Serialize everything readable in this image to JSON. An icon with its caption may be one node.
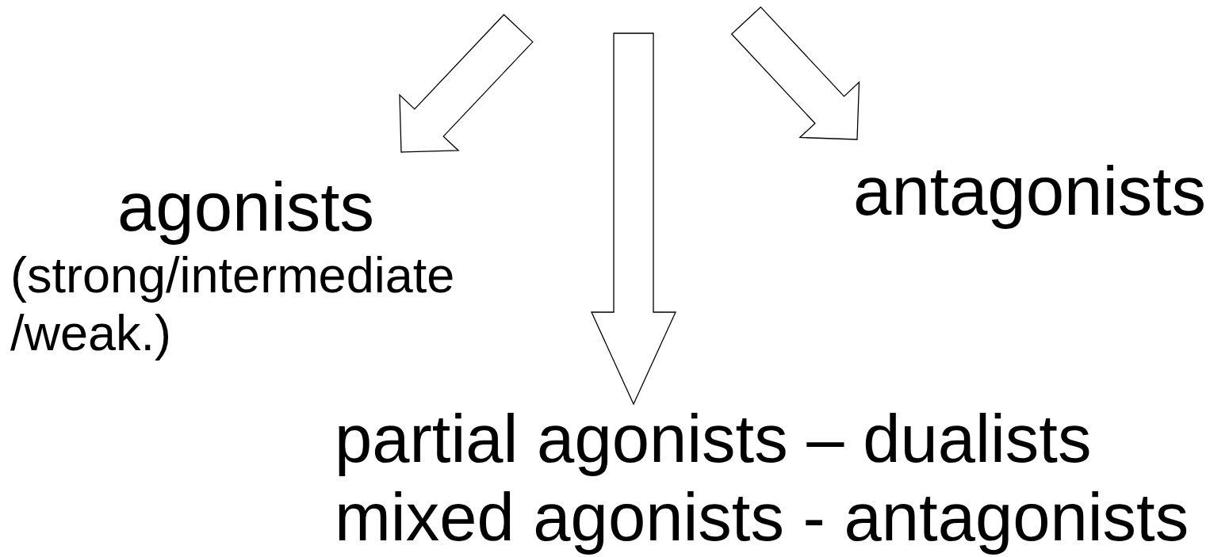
{
  "diagram": {
    "nodes": [
      {
        "text": [
          "agonists",
          "(strong/intermediate /weak.)"
        ]
      },
      {
        "text": [
          "antagonists"
        ]
      },
      {
        "text": [
          "partial agonists – dualists",
          "mixed agonists - antagonists"
        ]
      }
    ],
    "edges": [
      {
        "from": null,
        "to": 0,
        "arrow": "to"
      },
      {
        "from": null,
        "to": 2,
        "arrow": "to"
      },
      {
        "from": null,
        "to": 1,
        "arrow": "to"
      }
    ]
  }
}
